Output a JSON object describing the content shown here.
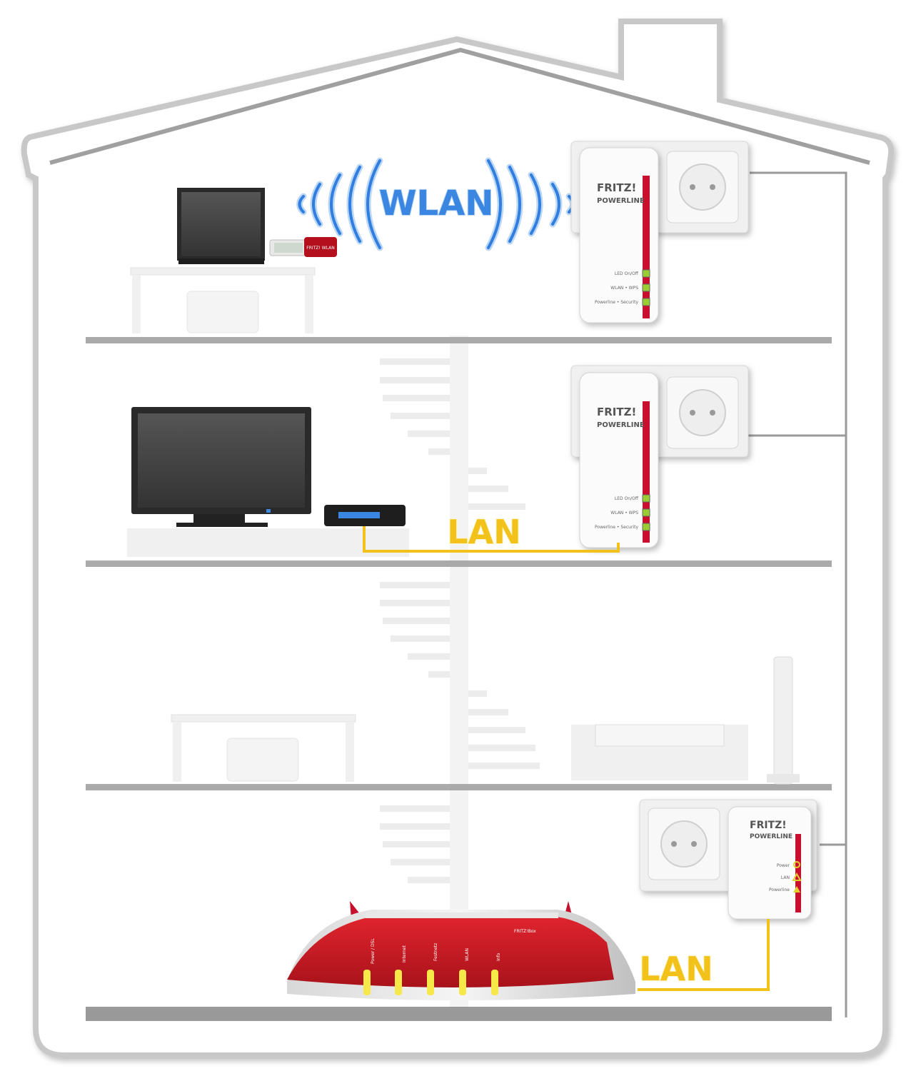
{
  "labels": {
    "wlan": "WLAN",
    "lan_top": "LAN",
    "lan_bottom": "LAN"
  },
  "adapters": [
    {
      "brand_top": "FRITZ!",
      "brand_bottom": "POWERLINE",
      "leds": [
        "LED On/Off",
        "WLAN • WPS",
        "Powerline • Security"
      ]
    },
    {
      "brand_top": "FRITZ!",
      "brand_bottom": "POWERLINE",
      "leds": [
        "LED On/Off",
        "WLAN • WPS",
        "Powerline • Security"
      ]
    },
    {
      "brand_top": "FRITZ!",
      "brand_bottom": "POWERLINE",
      "leds": [
        "Power",
        "LAN",
        "Powerline"
      ]
    }
  ],
  "stick": {
    "label": "FRITZ! WLAN"
  },
  "router": {
    "brand": "FRITZ!Box",
    "leds": [
      "Power / DSL",
      "Internet",
      "Festnetz",
      "WLAN",
      "Info"
    ]
  },
  "colors": {
    "house_border": "#999999",
    "floor": "#aaaaaa",
    "wlan_blue": "#3b86e0",
    "lan_yellow": "#f2c21b",
    "fritz_red": "#c8102e",
    "led_green": "#9acd32"
  }
}
